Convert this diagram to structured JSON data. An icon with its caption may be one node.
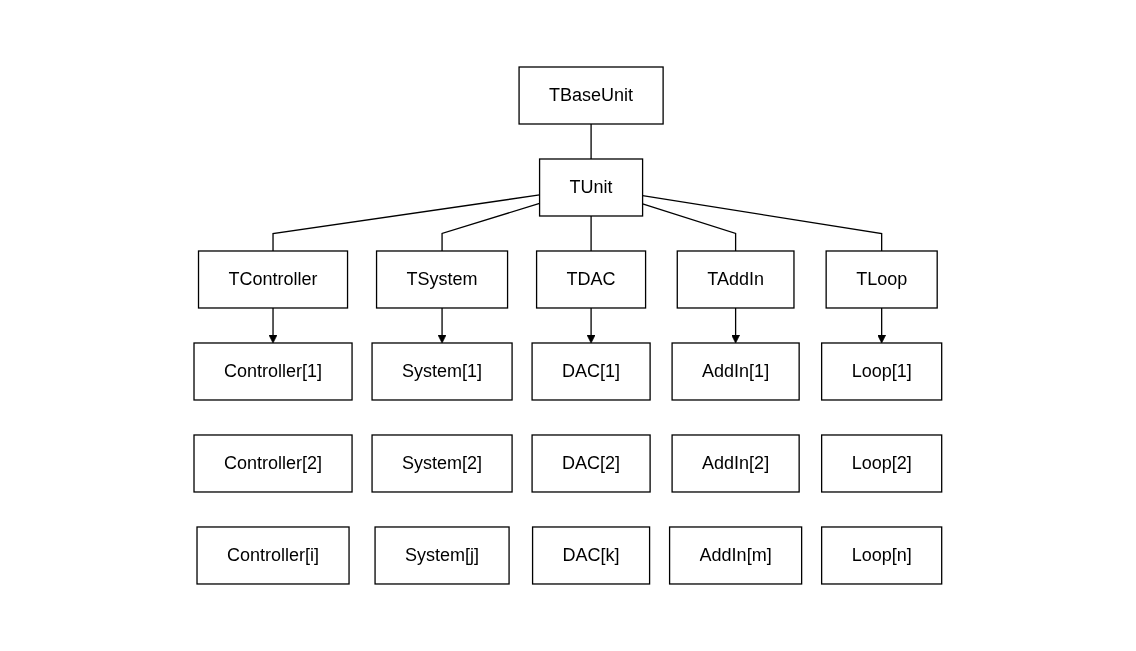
{
  "diagram": {
    "nodes": [
      {
        "text": [
          "TBaseUnit"
        ]
      },
      {
        "text": [
          "TUnit"
        ]
      },
      {
        "text": [
          "TController"
        ]
      },
      {
        "text": [
          "TSystem"
        ]
      },
      {
        "text": [
          "TDAC"
        ]
      },
      {
        "text": [
          "TAddIn"
        ]
      },
      {
        "text": [
          "TLoop"
        ]
      },
      {
        "text": [
          "Controller[1]"
        ]
      },
      {
        "text": [
          "System[1]"
        ]
      },
      {
        "text": [
          "DAC[1]"
        ]
      },
      {
        "text": [
          "AddIn[1]"
        ]
      },
      {
        "text": [
          "Loop[1]"
        ]
      },
      {
        "text": [
          "Controller[2]"
        ]
      },
      {
        "text": [
          "System[2]"
        ]
      },
      {
        "text": [
          "DAC[2]"
        ]
      },
      {
        "text": [
          "AddIn[2]"
        ]
      },
      {
        "text": [
          "Loop[2]"
        ]
      },
      {
        "text": [
          "Controller[i]"
        ]
      },
      {
        "text": [
          "System[j]"
        ]
      },
      {
        "text": [
          "DAC[k]"
        ]
      },
      {
        "text": [
          "AddIn[m]"
        ]
      },
      {
        "text": [
          "Loop[n]"
        ]
      }
    ],
    "edges": [
      {
        "from": 0,
        "to": 1,
        "arrow": "none"
      },
      {
        "from": 1,
        "to": 2,
        "arrow": "none"
      },
      {
        "from": 1,
        "to": 3,
        "arrow": "none"
      },
      {
        "from": 1,
        "to": 4,
        "arrow": "none"
      },
      {
        "from": 1,
        "to": 5,
        "arrow": "none"
      },
      {
        "from": 1,
        "to": 6,
        "arrow": "none"
      },
      {
        "from": 2,
        "to": 7,
        "arrow": "to"
      },
      {
        "from": 3,
        "to": 8,
        "arrow": "to"
      },
      {
        "from": 4,
        "to": 9,
        "arrow": "to"
      },
      {
        "from": 5,
        "to": 10,
        "arrow": "to"
      },
      {
        "from": 6,
        "to": 11,
        "arrow": "to"
      }
    ]
  }
}
